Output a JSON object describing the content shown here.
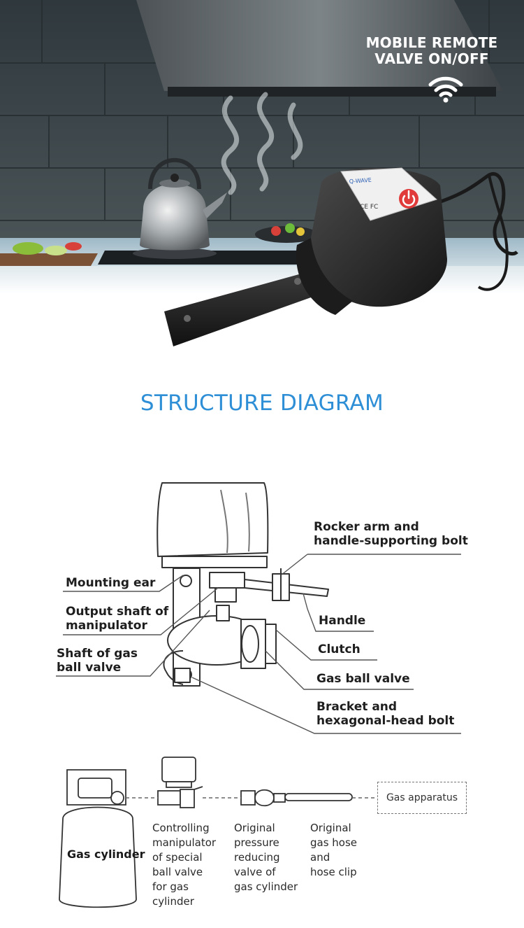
{
  "hero": {
    "caption_line1": "MOBILE REMOTE",
    "caption_line2": "VALVE ON/OFF",
    "icon": "wifi-icon",
    "colors": {
      "wall": "#3a4449",
      "counter": "#a9c2cf",
      "caption": "#ffffff"
    }
  },
  "device": {
    "icon": "power-icon",
    "label_marks": [
      "CE",
      "FC"
    ],
    "colors": {
      "body": "#2d2d2d",
      "power": "#e03a3a"
    }
  },
  "section": {
    "title": "STRUCTURE DIAGRAM",
    "title_color": "#2e8fd6"
  },
  "diagram": {
    "labels": {
      "rocker_arm_1": "Rocker arm and",
      "rocker_arm_2": "handle-supporting bolt",
      "mounting_ear": "Mounting ear",
      "output_shaft_1": "Output shaft of",
      "output_shaft_2": "manipulator",
      "handle": "Handle",
      "shaft_gas_1": "Shaft of gas",
      "shaft_gas_2": "ball valve",
      "clutch": "Clutch",
      "gas_ball_valve": "Gas ball valve",
      "bracket_1": "Bracket and",
      "bracket_2": "hexagonal-head bolt"
    }
  },
  "flow": {
    "gas_cylinder": "Gas cylinder",
    "gas_apparatus": "Gas apparatus",
    "controlling": [
      "Controlling",
      "manipulator",
      "of special",
      "ball valve",
      "for  gas",
      "cylinder"
    ],
    "original_valve": [
      "Original",
      "pressure",
      "reducing",
      "valve of",
      "gas cylinder"
    ],
    "original_hose": [
      "Original",
      "gas  hose",
      "and",
      "hose clip"
    ]
  }
}
